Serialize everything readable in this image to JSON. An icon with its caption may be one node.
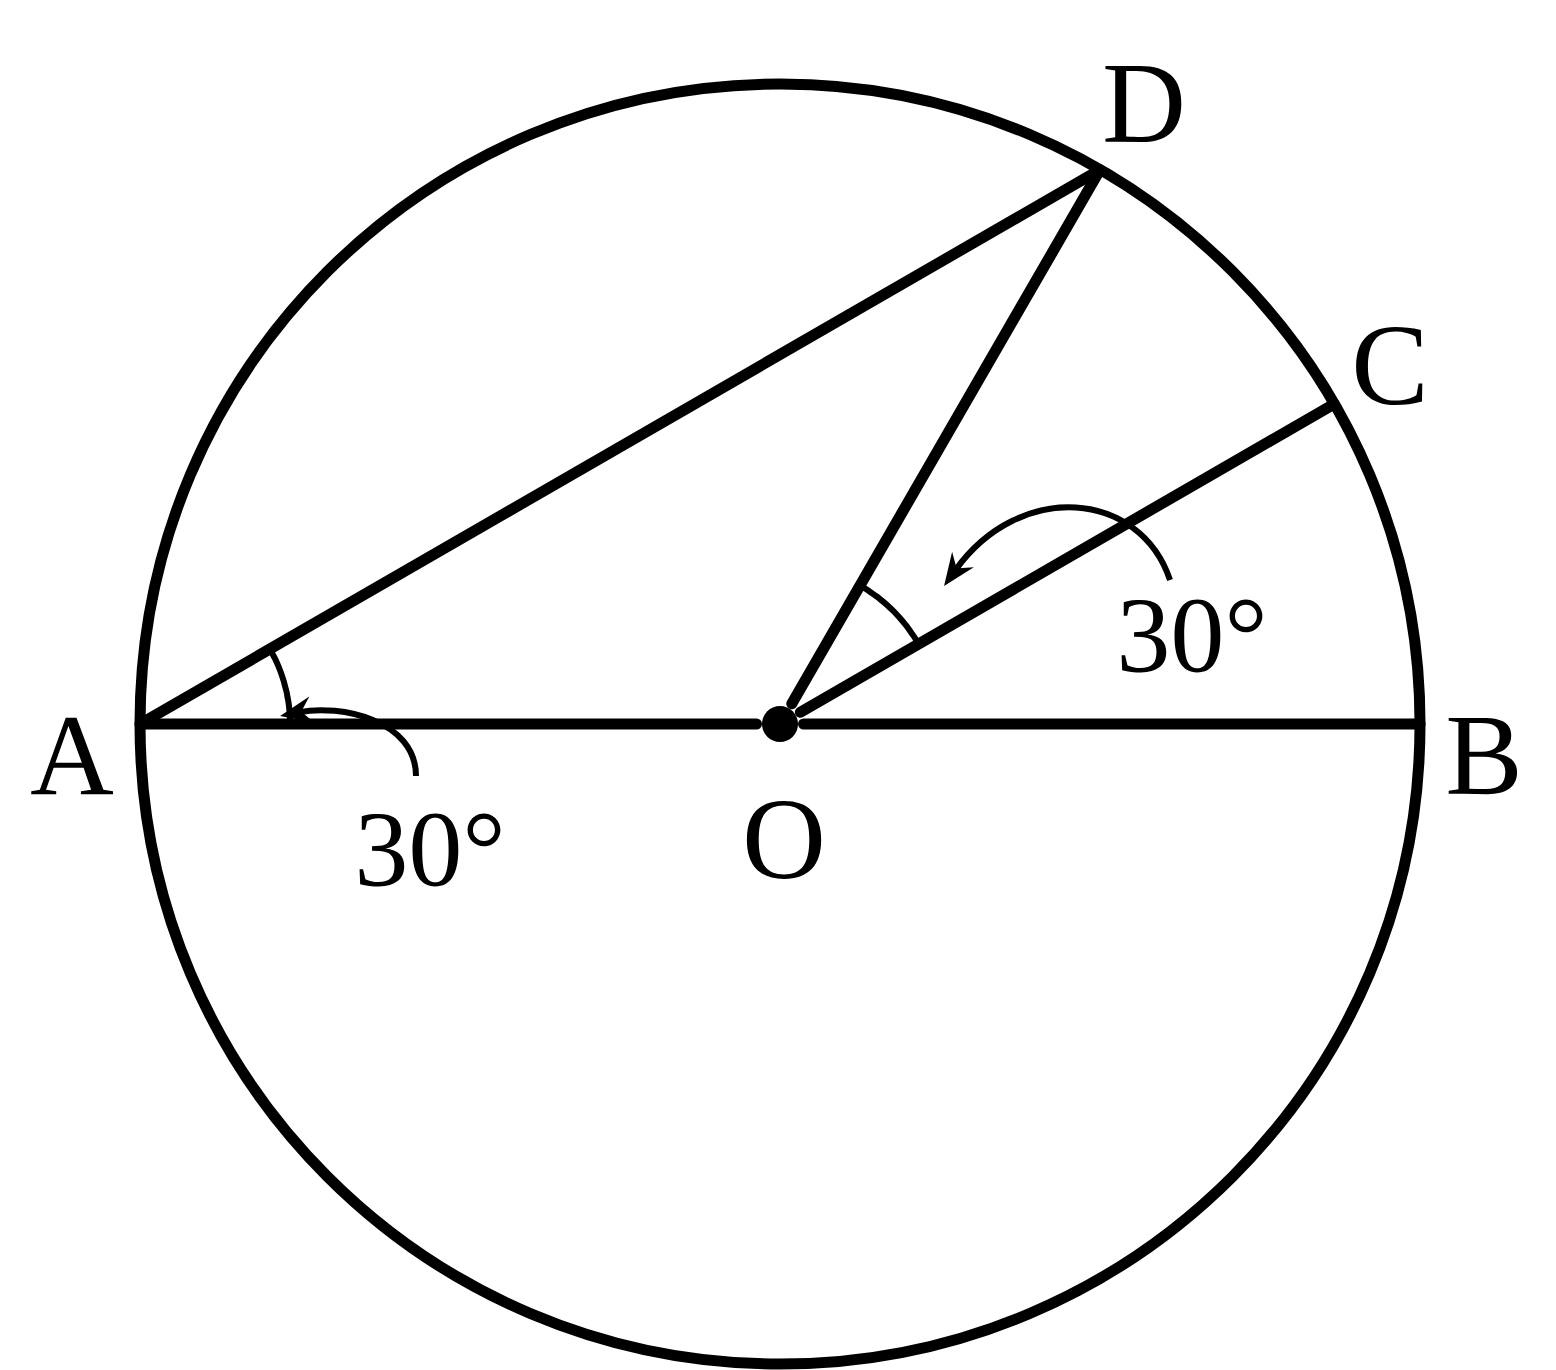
{
  "diagram": {
    "nodes": [
      {
        "text": [
          "A"
        ]
      },
      {
        "text": [
          "B"
        ]
      },
      {
        "text": [
          "C"
        ]
      },
      {
        "text": [
          "D"
        ]
      },
      {
        "text": [
          "O"
        ]
      }
    ],
    "edges": [
      {
        "from": 0,
        "to": 4,
        "arrow": "none"
      },
      {
        "from": 4,
        "to": 1,
        "arrow": "none"
      },
      {
        "from": 0,
        "to": 3,
        "arrow": "none"
      },
      {
        "from": 4,
        "to": 3,
        "arrow": "none"
      },
      {
        "from": 4,
        "to": 2,
        "arrow": "none"
      }
    ],
    "labels": [
      "30°",
      "30°"
    ]
  }
}
